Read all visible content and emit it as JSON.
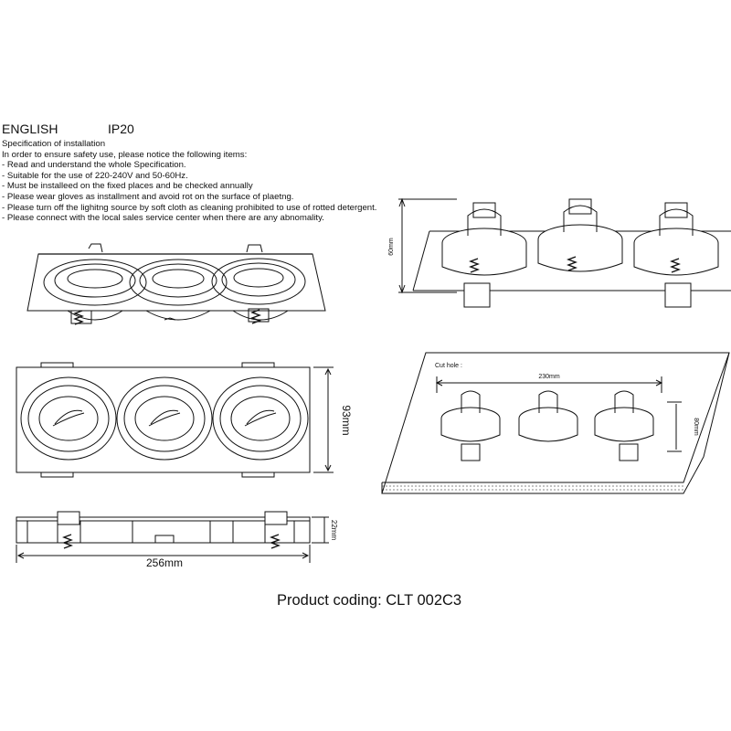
{
  "header": {
    "language": "ENGLISH",
    "protection": "IP20"
  },
  "spec": {
    "title": "Specification of installation",
    "lines": [
      "In order to ensure safety use, please notice the following items:",
      "- Read and understand the whole Specification.",
      "- Suitable for the use of 220-240V and 50-60Hz.",
      "- Must be installeed on the fixed places and be checked annually",
      "- Please wear gloves as installment and avoid rot on the surface of plaetng.",
      "- Please turn off the lighitng source by soft cloth as cleaning prohibited to use of rotted detergent.",
      "- Please connect with the local sales service center when there are any abnomality."
    ]
  },
  "dimensions": {
    "height_depth": "60mm",
    "width": "93mm",
    "length": "256mm",
    "thickness": "22mm",
    "cut_hole_label": "Cut hole :",
    "cut_hole_length": "230mm",
    "cut_hole_width": "80mm"
  },
  "product": {
    "coding": "Product coding: CLT 002C3"
  }
}
